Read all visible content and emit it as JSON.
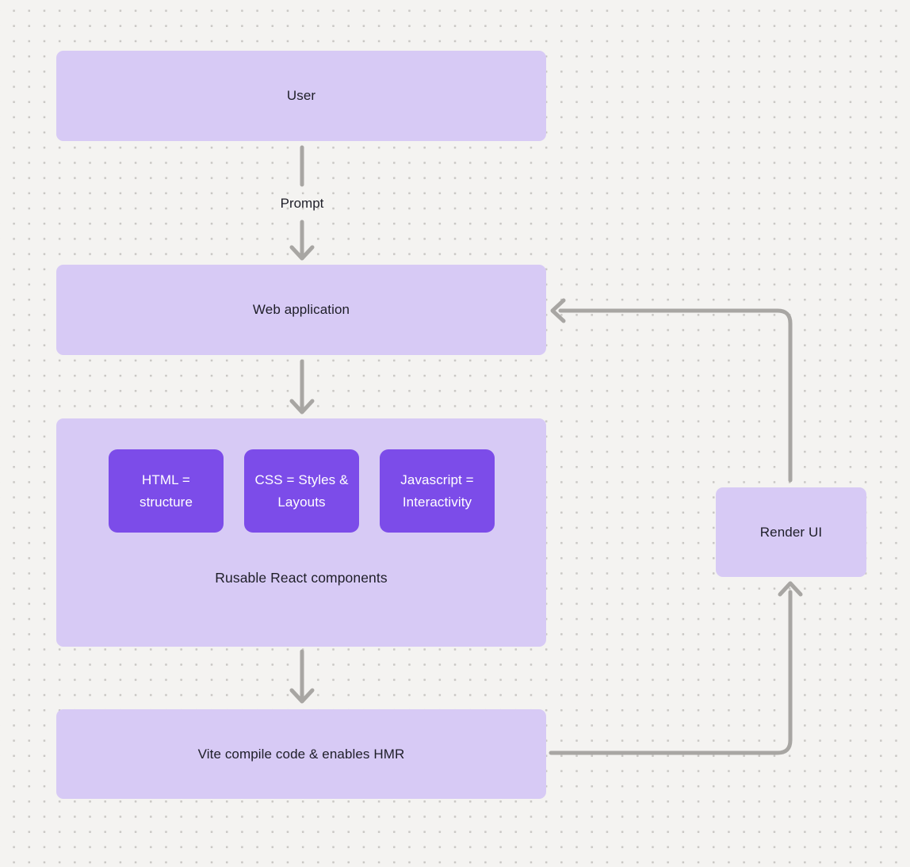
{
  "canvas": {
    "background_color": "#f4f3f1",
    "dot_color": "#c9c7c4"
  },
  "colors": {
    "node_fill": "#d7caf5",
    "chip_fill": "#7c4ce9",
    "chip_text": "#ffffff",
    "text": "#1e1e28",
    "connector": "#a8a6a3"
  },
  "nodes": {
    "user": {
      "label": "User"
    },
    "web_application": {
      "label": "Web application"
    },
    "components_group": {
      "chips": [
        {
          "label": "HTML = structure"
        },
        {
          "label": "CSS = Styles & Layouts"
        },
        {
          "label": "Javascript = Interactivity"
        }
      ],
      "caption": "Rusable React components"
    },
    "vite": {
      "label": "Vite compile code & enables HMR"
    },
    "render_ui": {
      "label": "Render UI"
    }
  },
  "edges": {
    "prompt_label": "Prompt"
  }
}
